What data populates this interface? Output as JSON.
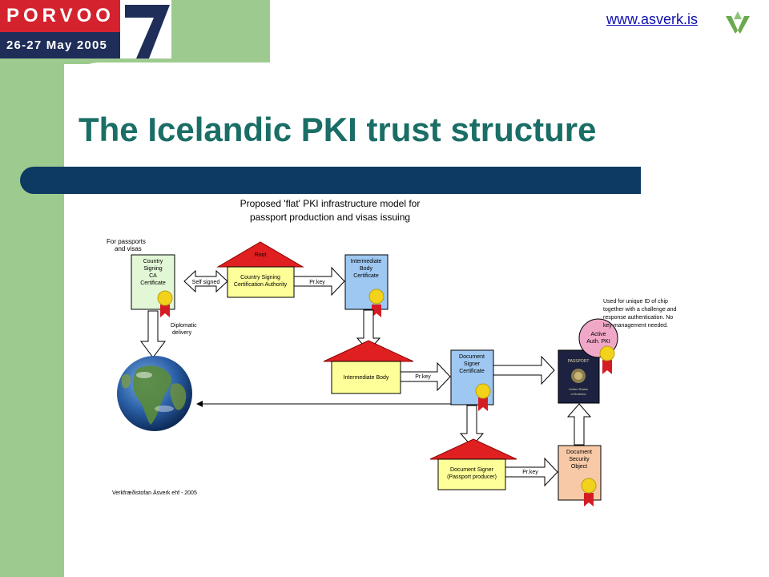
{
  "header": {
    "logo_word": "PORVOO",
    "logo_date": "26-27 May 2005",
    "logo_number": "7",
    "site_link": "www.asverk.is"
  },
  "slide": {
    "title": "The Icelandic PKI trust structure"
  },
  "diagram": {
    "title_line1": "Proposed 'flat' PKI infrastructure model for",
    "title_line2": "passport production and visas issuing",
    "country_ca_note_1": "For passports",
    "country_ca_note_2": "and visas",
    "country_ca_cert_1": "Country",
    "country_ca_cert_2": "Signing",
    "country_ca_cert_3": "CA",
    "country_ca_cert_4": "Certificate",
    "self_signed": "Self signed",
    "root_label": "Root",
    "csca_1": "Country Signing",
    "csca_2": "Certification Authority",
    "pr_key_1": "Pr.key",
    "ib_cert_1": "Intermediate",
    "ib_cert_2": "Body",
    "ib_cert_3": "Certificate",
    "diplomatic_1": "Diplomatic",
    "diplomatic_2": "delivery",
    "ib_house": "Intermediate Body",
    "pr_key_2": "Pr.key",
    "ds_cert_1": "Document",
    "ds_cert_2": "Signer",
    "ds_cert_3": "Certificate",
    "aa_note_1": "Used for unique ID of chip",
    "aa_note_2": "together with a challenge and",
    "aa_note_3": "response authentication. No",
    "aa_note_4": "key management needed.",
    "aa_1": "Active",
    "aa_2": "Auth. PKI",
    "passport_1": "PASSPORT",
    "passport_2": "United States",
    "passport_3": "of America",
    "ds_house_1": "Document Signer",
    "ds_house_2": "(Passport producer)",
    "pr_key_3": "Pr.key",
    "dso_1": "Document",
    "dso_2": "Security",
    "dso_3": "Object",
    "copyright": "Verkfræðistofan Ásverk ehf - 2005"
  },
  "colors": {
    "green_band": "#9dcb8f",
    "title_teal": "#1a6e66",
    "bar_navy": "#0d3a63",
    "logo_red": "#d4232e",
    "logo_navy": "#1f2d59",
    "link_blue": "#1010b0"
  }
}
